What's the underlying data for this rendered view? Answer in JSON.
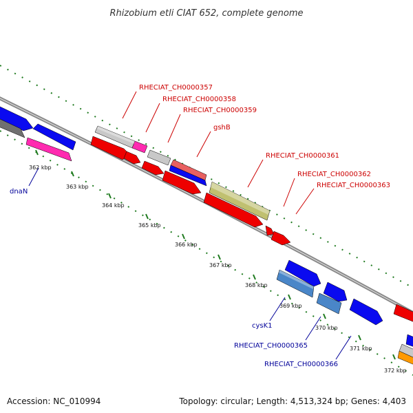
{
  "title": "Rhizobium etli CIAT 652, complete genome",
  "accession": "Accession: NC_010994",
  "topology": "Topology: circular; Length: 4,513,324 bp; Genes: 4,403",
  "colors": {
    "backbone": "#8a8a8a",
    "dots": "#1e7a1e",
    "red_label": "#cc0000",
    "blue_label": "#000099",
    "leader_red": "#cc0000",
    "leader_blue": "#000099"
  },
  "ticks": [
    "362 kbp",
    "363 kbp",
    "364 kbp",
    "365 kbp",
    "366 kbp",
    "367 kbp",
    "368 kbp",
    "369 kbp",
    "370 kbp",
    "371 kbp",
    "372 kbp"
  ],
  "labels": [
    {
      "text": "RHECIAT_CH0000357",
      "side": "top"
    },
    {
      "text": "RHECIAT_CH0000358",
      "side": "top"
    },
    {
      "text": "RHECIAT_CH0000359",
      "side": "top"
    },
    {
      "text": "gshB",
      "side": "top"
    },
    {
      "text": "RHECIAT_CH0000361",
      "side": "top"
    },
    {
      "text": "RHECIAT_CH0000362",
      "side": "top"
    },
    {
      "text": "RHECIAT_CH0000363",
      "side": "top"
    },
    {
      "text": "dnaN",
      "side": "bottom"
    },
    {
      "text": "cysK1",
      "side": "bottom"
    },
    {
      "text": "RHECIAT_CH0000365",
      "side": "bottom"
    },
    {
      "text": "RHECIAT_CH0000366",
      "side": "bottom"
    }
  ],
  "genes": [
    {
      "name": "blue-outer-left",
      "color": "#0a0af0",
      "track": "outer1"
    },
    {
      "name": "gray-outer-left",
      "color": "#707070",
      "track": "outer2"
    },
    {
      "name": "blue-inner-left",
      "color": "#0a0af0",
      "track": "inner1"
    },
    {
      "name": "pink-inner-left",
      "color": "#ff2ab0",
      "track": "inner2"
    },
    {
      "name": "RHECIAT_CH0000357",
      "color": "#c8c8c8",
      "track": "outer2"
    },
    {
      "name": "RHECIAT_CH0000358",
      "color": "#ff2ab0",
      "track": "outer2"
    },
    {
      "name": "red-357-cds",
      "color": "#ee0000",
      "track": "outer1"
    },
    {
      "name": "red-358-cds",
      "color": "#ee0000",
      "track": "outer1"
    },
    {
      "name": "RHECIAT_CH0000359",
      "color": "#c8c8c8",
      "track": "outer2"
    },
    {
      "name": "red-359-cds",
      "color": "#ee0000",
      "track": "outer1"
    },
    {
      "name": "gshB",
      "color": "#e86060",
      "track": "outer2"
    },
    {
      "name": "gshB-blue",
      "color": "#0a0af0",
      "track": "outer1"
    },
    {
      "name": "red-gshB-cds",
      "color": "#ee0000",
      "track": "outer1"
    },
    {
      "name": "RHECIAT_CH0000361",
      "color": "#c0c070",
      "track": "outer2"
    },
    {
      "name": "red-361-cds",
      "color": "#ee0000",
      "track": "outer1"
    },
    {
      "name": "red-362-cds",
      "color": "#ee0000",
      "track": "outer1"
    },
    {
      "name": "red-363-cds",
      "color": "#ee0000",
      "track": "outer1"
    },
    {
      "name": "blue-364",
      "color": "#0a0af0",
      "track": "inner1"
    },
    {
      "name": "cysK1",
      "color": "#4a86c8",
      "track": "inner2"
    },
    {
      "name": "blue-365a",
      "color": "#0a0af0",
      "track": "inner1"
    },
    {
      "name": "RHECIAT_CH0000365",
      "color": "#4a86c8",
      "track": "inner2"
    },
    {
      "name": "RHECIAT_CH0000366",
      "color": "#0a0af0",
      "track": "inner1"
    },
    {
      "name": "red-right-edge",
      "color": "#ee0000",
      "track": "outer1"
    },
    {
      "name": "blue-right-edge",
      "color": "#0a0af0",
      "track": "inner1"
    },
    {
      "name": "gray-right-edge",
      "color": "#c8c8c8",
      "track": "inner2"
    },
    {
      "name": "orange-right-edge",
      "color": "#ff9900",
      "track": "inner2"
    }
  ]
}
